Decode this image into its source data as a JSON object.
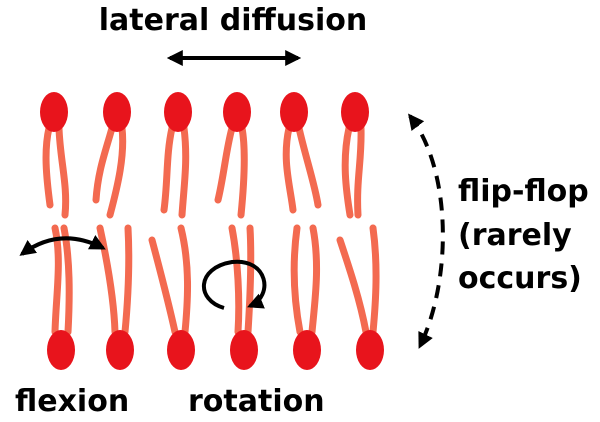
{
  "labels": {
    "lateral_diffusion": "lateral diffusion",
    "flip_flop_line1": "flip-flop",
    "flip_flop_line2": "(rarely",
    "flip_flop_line3": "occurs)",
    "flexion": "flexion",
    "rotation": "rotation"
  },
  "colors": {
    "head": "#e8141c",
    "tail": "#f36a50",
    "arrow": "#000000",
    "background": "#ffffff"
  },
  "lipid_counts": {
    "upper_leaflet": 6,
    "lower_leaflet": 6
  }
}
